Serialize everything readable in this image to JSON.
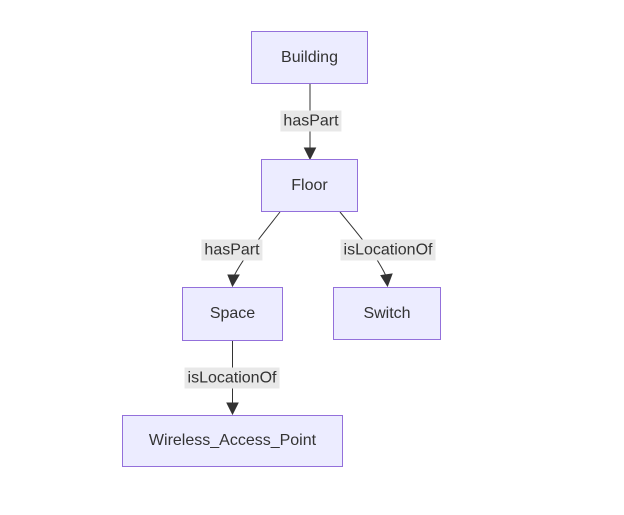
{
  "diagram": {
    "type": "flowchart-top-down",
    "nodes": {
      "building": {
        "label": "Building"
      },
      "floor": {
        "label": "Floor"
      },
      "space": {
        "label": "Space"
      },
      "switch": {
        "label": "Switch"
      },
      "wap": {
        "label": "Wireless_Access_Point"
      }
    },
    "edges": {
      "building_floor": {
        "from": "Building",
        "to": "Floor",
        "label": "hasPart"
      },
      "floor_space": {
        "from": "Floor",
        "to": "Space",
        "label": "hasPart"
      },
      "floor_switch": {
        "from": "Floor",
        "to": "Switch",
        "label": "isLocationOf"
      },
      "space_wap": {
        "from": "Space",
        "to": "Wireless_Access_Point",
        "label": "isLocationOf"
      }
    },
    "colors": {
      "node_fill": "#ECECFF",
      "node_border": "#9370DB",
      "edge": "#333333",
      "edge_label_bg": "#e8e8e8",
      "text": "#333333",
      "background": "#ffffff"
    }
  }
}
